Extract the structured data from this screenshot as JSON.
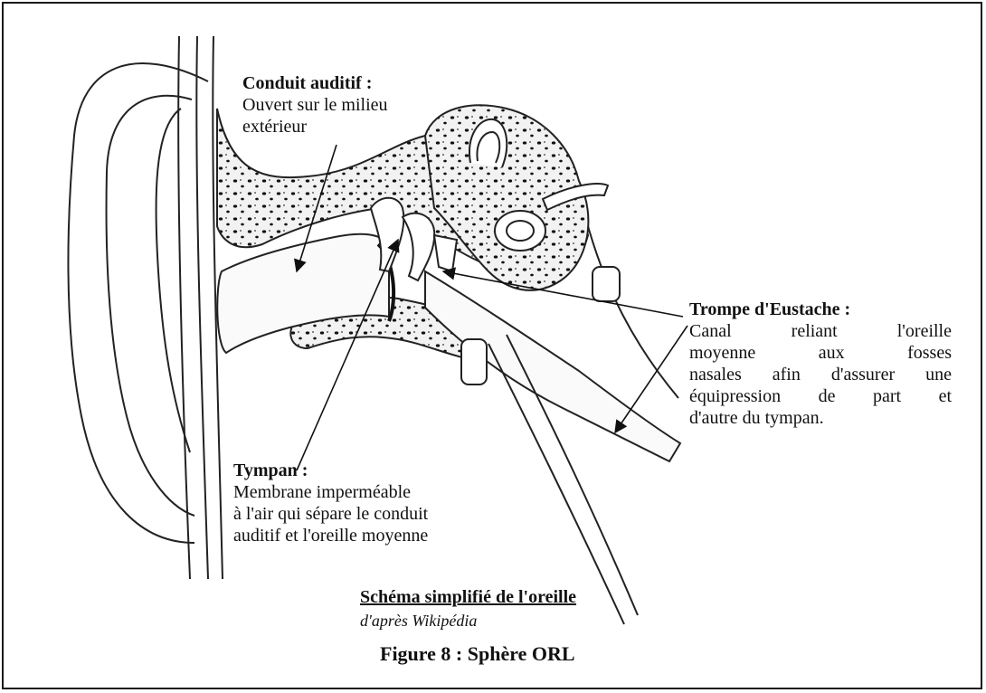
{
  "labels": {
    "conduit": {
      "title": "Conduit auditif :",
      "lines": [
        "Ouvert sur le milieu",
        "extérieur"
      ]
    },
    "tympan": {
      "title": "Tympan :",
      "lines": [
        "Membrane imperméable",
        "à l'air qui sépare le conduit",
        "auditif et l'oreille moyenne"
      ]
    },
    "eustache": {
      "title": "Trompe d'Eustache :",
      "lines": [
        "Canal reliant l'oreille",
        "moyenne aux fosses",
        "nasales afin d'assurer une",
        "équipression de part et"
      ],
      "last_line": "d'autre du tympan."
    }
  },
  "caption": {
    "title": "Schéma simplifié de l'oreille",
    "source": "d'après Wikipédia"
  },
  "figure_title": "Figure 8 : Sphère ORL"
}
